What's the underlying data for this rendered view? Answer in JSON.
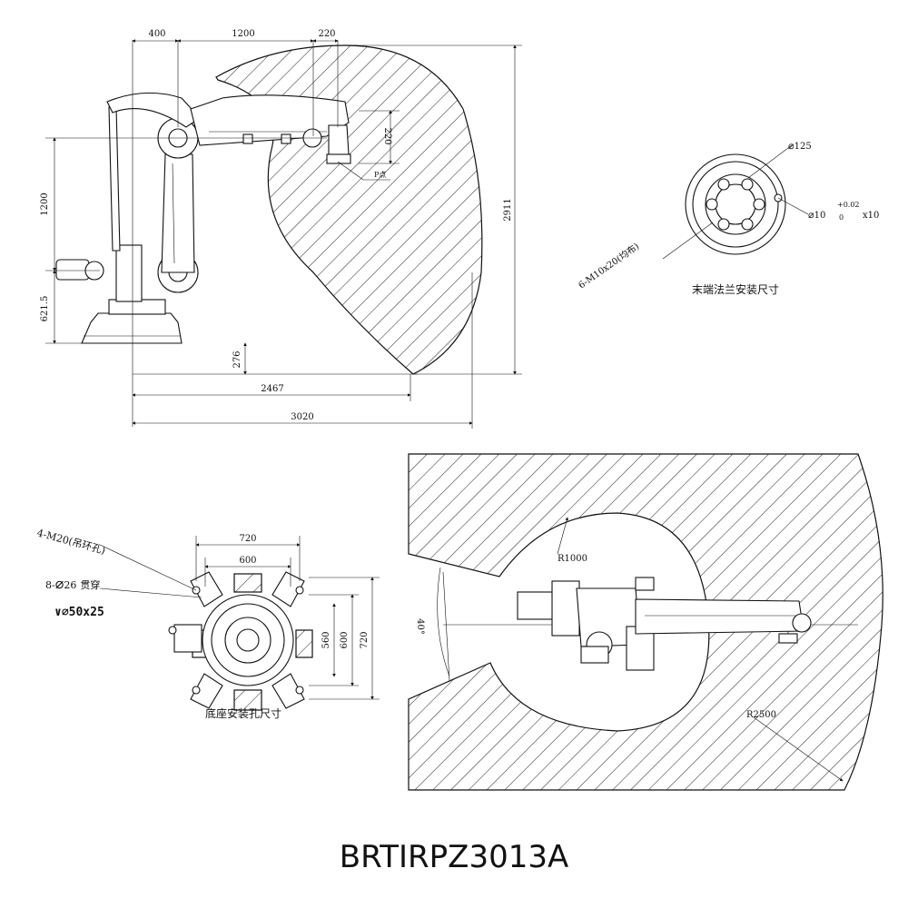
{
  "model": "BRTIRPZ3013A",
  "side_view": {
    "dims": {
      "top_a": "400",
      "top_b": "1200",
      "top_c": "220",
      "wrist_v": "220",
      "p_point": "P点",
      "left_h1": "1200",
      "left_h2": "621.5",
      "base_h": "276",
      "right_h": "2911",
      "reach": "2467",
      "total": "3020"
    }
  },
  "flange": {
    "d125": "125",
    "pin": "10",
    "tol_plus": "+0.02",
    "tol_zero": "0",
    "pin_depth": "x10",
    "bolts": "6-M10x20(均布)",
    "caption": "末端法兰安装尺寸"
  },
  "base": {
    "callout1": "4-M20(吊环孔)",
    "callout2_pre": "8-",
    "callout2_num": "26",
    "callout2_suf": "贯穿",
    "callout3": "50x25",
    "dim_720_top": "720",
    "dim_600_top": "600",
    "dim_560": "560",
    "dim_600_right": "600",
    "dim_720_right": "720",
    "caption": "底座安装孔尺寸"
  },
  "top_view": {
    "r_inner": "R1000",
    "r_outer": "R2500",
    "angle": "40°"
  }
}
